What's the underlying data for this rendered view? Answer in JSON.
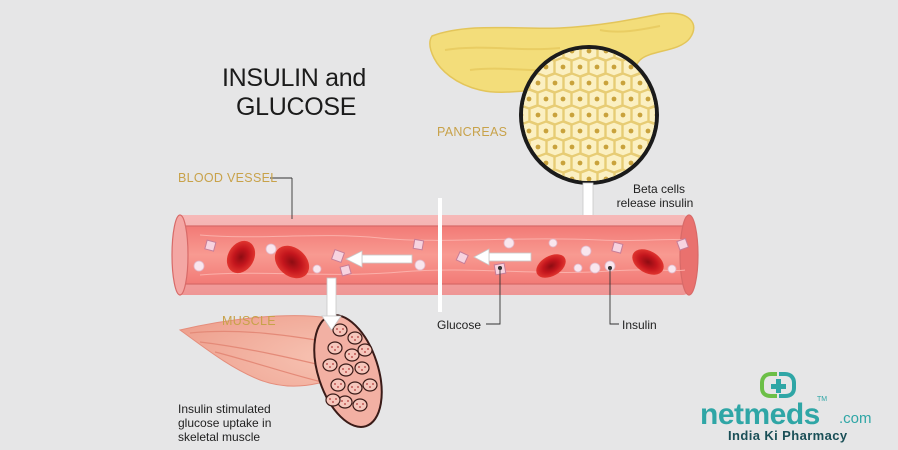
{
  "title": {
    "line1": "INSULIN and",
    "line2": "GLUCOSE"
  },
  "labels": {
    "pancreas": "PANCREAS",
    "blood_vessel": "BLOOD VESSEL",
    "muscle": "MUSCLE",
    "beta_cells": [
      "Beta cells",
      "release insulin"
    ],
    "glucose": "Glucose",
    "insulin": "Insulin",
    "muscle_uptake": [
      "Insulin stimulated",
      "glucose uptake in",
      "skeletal muscle"
    ]
  },
  "brand": {
    "name": "netmeds",
    "domain": ".com",
    "trademark": "TM",
    "tagline": "India Ki Pharmacy"
  },
  "colors": {
    "background": "#e6e6e7",
    "pancreas": "#f3dd7a",
    "vessel_wall": "#f2a7a8",
    "vessel_lumen": "#f58a85",
    "red_cell": "#c8161e",
    "muscle": "#f2b0a3",
    "brand": "#2fa6a6",
    "brand_green": "#6cbf47",
    "label_gold": "#c8a24a"
  }
}
